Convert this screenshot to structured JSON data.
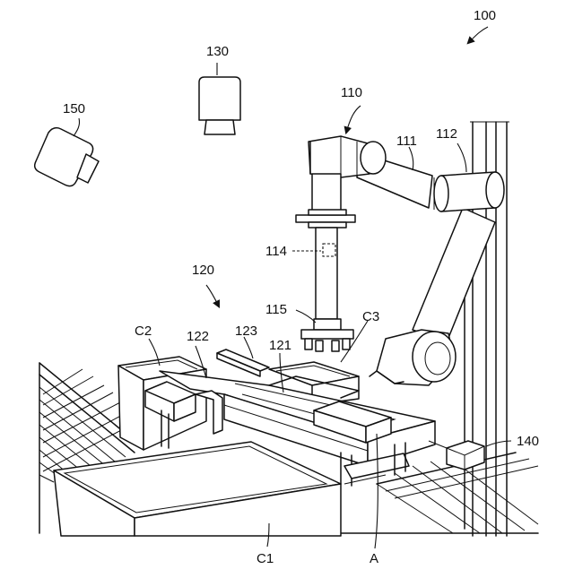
{
  "labels": {
    "system": "100",
    "robot": "110",
    "arm": "111",
    "joint": "112",
    "sensor_inner": "114",
    "gripper": "115",
    "conveyor_unit": "120",
    "conveyor_belt": "121",
    "pusher": "122",
    "guide_rail": "123",
    "camera_top": "130",
    "sensor_side": "140",
    "camera_left": "150",
    "container_c1": "C1",
    "container_c2": "C2",
    "container_c3": "C3",
    "article": "A"
  }
}
